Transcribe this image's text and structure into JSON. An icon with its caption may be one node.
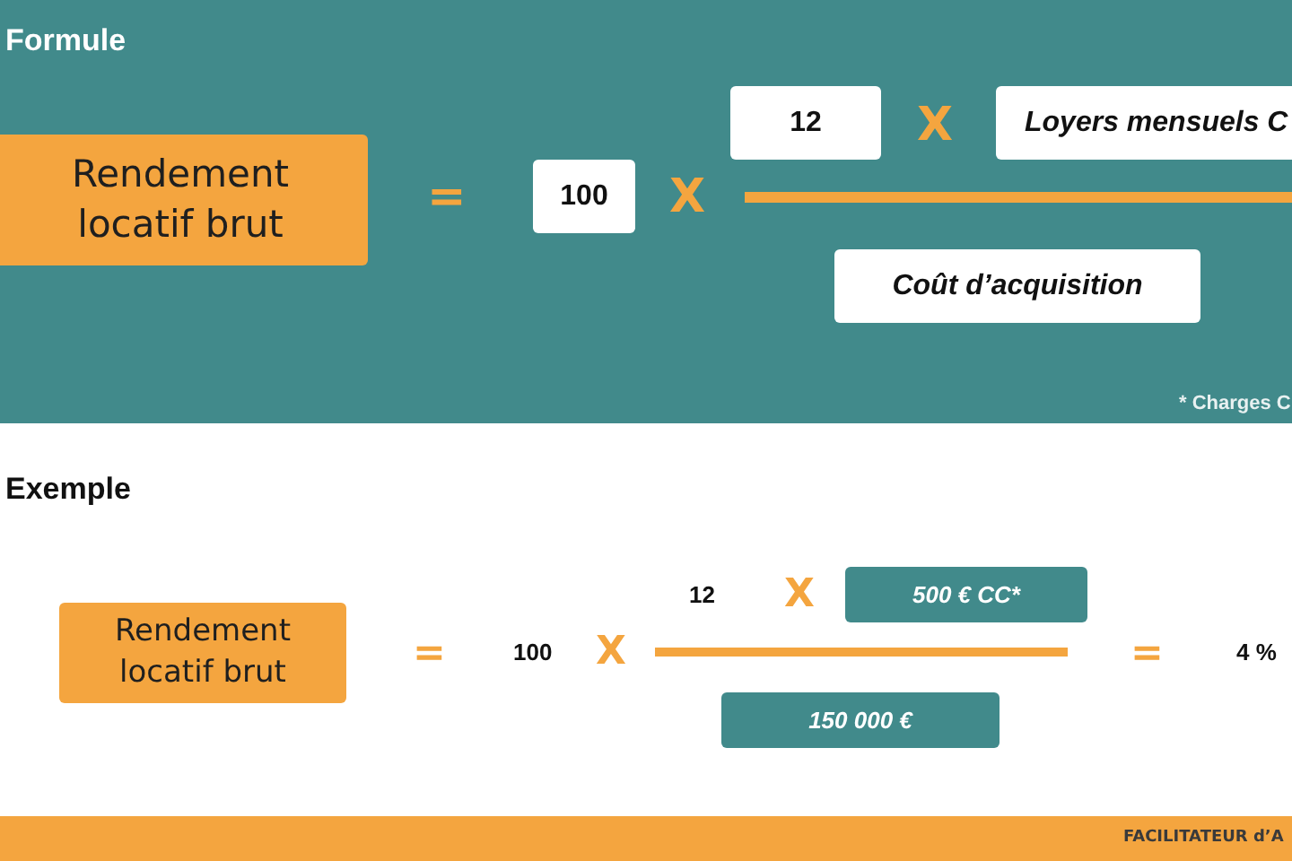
{
  "diagram": {
    "nodes": [
      {
        "text": [
          "Rendement locatif brut"
        ]
      },
      {
        "text": [
          "100"
        ]
      },
      {
        "text": [
          "12"
        ]
      },
      {
        "text": [
          "Loyers mensuels C"
        ]
      },
      {
        "text": [
          "Coût d’acquisition"
        ]
      },
      {
        "text": [
          "Rendement locatif brut"
        ]
      },
      {
        "text": [
          "500 € CC*"
        ]
      },
      {
        "text": [
          "150 000 €"
        ]
      }
    ],
    "edges": [],
    "labels": [
      "Formule",
      "X",
      "=",
      "X",
      "* Charges C",
      "Exemple",
      "12",
      "X",
      "=",
      "100",
      "X",
      "=",
      "4 %",
      "FACILITATEUR d’A"
    ]
  }
}
